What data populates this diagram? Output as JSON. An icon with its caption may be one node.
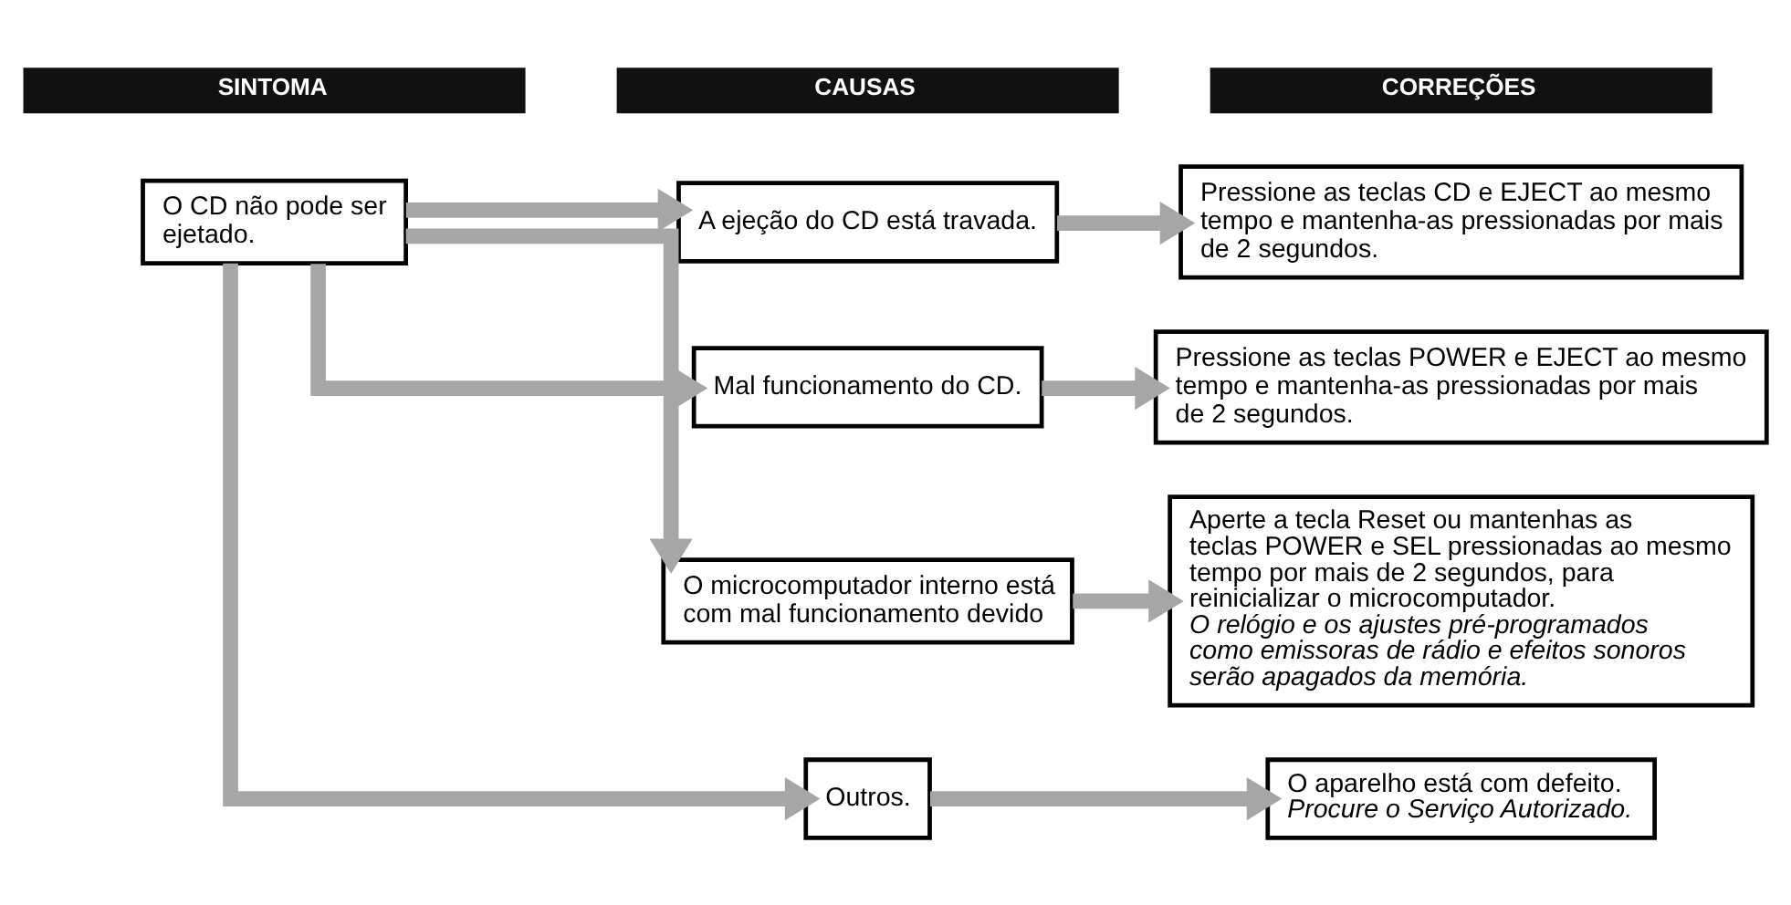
{
  "diagram": {
    "nodes": [
      {
        "text": [
          "SINTOMA"
        ]
      },
      {
        "text": [
          "CAUSAS"
        ]
      },
      {
        "text": [
          "CORREÇÕES"
        ]
      },
      {
        "text": [
          "O CD não pode ser ejetado."
        ]
      },
      {
        "text": [
          "A ejeção do CD está travada."
        ]
      },
      {
        "text": [
          "Mal funcionamento do CD."
        ]
      },
      {
        "text": [
          "O microcomputador interno está com mal funcionamento devido"
        ]
      },
      {
        "text": [
          "Outros."
        ]
      },
      {
        "text": [
          "Pressione as teclas CD e EJECT ao mesmo tempo e mantenha-as pressionadas por mais de 2 segundos."
        ]
      },
      {
        "text": [
          "Pressione as teclas POWER e EJECT ao mesmo tempo e mantenha-as pressionadas por mais de 2 segundos."
        ]
      },
      {
        "text": [
          "Aperte a tecla Reset ou mantenhas as teclas POWER e SEL pressionadas ao mesmo tempo por mais de 2 segundos, para reinicializar o microcomputador.",
          "O relógio e os ajustes pré-programados como emissoras de rádio e efeitos sonoros serão apagados da memória."
        ]
      },
      {
        "text": [
          "O aparelho está com defeito.",
          "Procure o Serviço Autorizado."
        ]
      }
    ],
    "edges": [
      {
        "from": 3,
        "to": 4,
        "arrow": "to"
      },
      {
        "from": 3,
        "to": 5,
        "arrow": "to"
      },
      {
        "from": 3,
        "to": 6,
        "arrow": "to"
      },
      {
        "from": 3,
        "to": 7,
        "arrow": "to"
      },
      {
        "from": 4,
        "to": 8,
        "arrow": "to"
      },
      {
        "from": 5,
        "to": 9,
        "arrow": "to"
      },
      {
        "from": 6,
        "to": 10,
        "arrow": "to"
      },
      {
        "from": 7,
        "to": 11,
        "arrow": "to"
      }
    ]
  }
}
